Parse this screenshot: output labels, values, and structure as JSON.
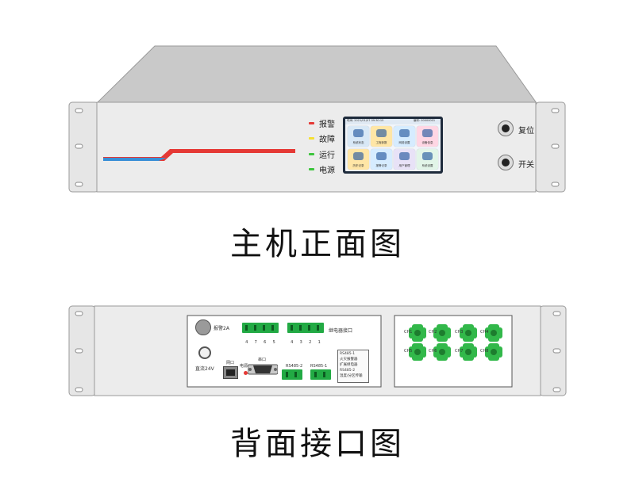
{
  "front": {
    "caption": "主机正面图",
    "indicators": [
      {
        "label": "报警",
        "color": "#e53935"
      },
      {
        "label": "故障",
        "color": "#f5e031"
      },
      {
        "label": "运行",
        "color": "#3cc53c"
      },
      {
        "label": "电源",
        "color": "#3cc53c"
      }
    ],
    "buttons": [
      {
        "label": "复位",
        "icon": "reset-knob-icon"
      },
      {
        "label": "开关",
        "icon": "power-knob-icon"
      }
    ],
    "screen": {
      "status_left": "时间: 2021/01/07 09:30:15",
      "status_right": "编号: 00000001",
      "tiles": [
        {
          "label": "系统状态",
          "color": "#d8e8f6"
        },
        {
          "label": "工程参数",
          "color": "#ffe6a6"
        },
        {
          "label": "网络设置",
          "color": "#d6ecff"
        },
        {
          "label": "设备信息",
          "color": "#ffd6e4"
        },
        {
          "label": "历史记录",
          "color": "#ffe6a6"
        },
        {
          "label": "报警记录",
          "color": "#d6ecff"
        },
        {
          "label": "用户管理",
          "color": "#e8e2f7"
        },
        {
          "label": "系统设置",
          "color": "#e2f5e8"
        }
      ]
    },
    "stripe_colors": {
      "red": "#e53935",
      "blue": "#3a8fd6"
    }
  },
  "back": {
    "caption": "背面接口图",
    "labels": {
      "relay": "报警2A",
      "power_in": "直流24V",
      "network": "网口",
      "serial": "串口",
      "power_led": "电源",
      "terminals": "继电器接口",
      "rs485_1": "RS485-1",
      "rs485_2": "RS485-2",
      "note_lines": [
        "RS485-1",
        "火灾报警器",
        "扩展继电器",
        "RS485-2",
        "温度/分区传输"
      ],
      "pins_a": [
        "4",
        "7",
        "6",
        "5"
      ],
      "pins_b": [
        "4",
        "3",
        "2",
        "1"
      ]
    },
    "fiber_ports": [
      "CH1",
      "CH2",
      "CH3",
      "CH4",
      "CH5",
      "CH6",
      "CH7",
      "CH8"
    ],
    "fiber_color": "#32b84a"
  }
}
